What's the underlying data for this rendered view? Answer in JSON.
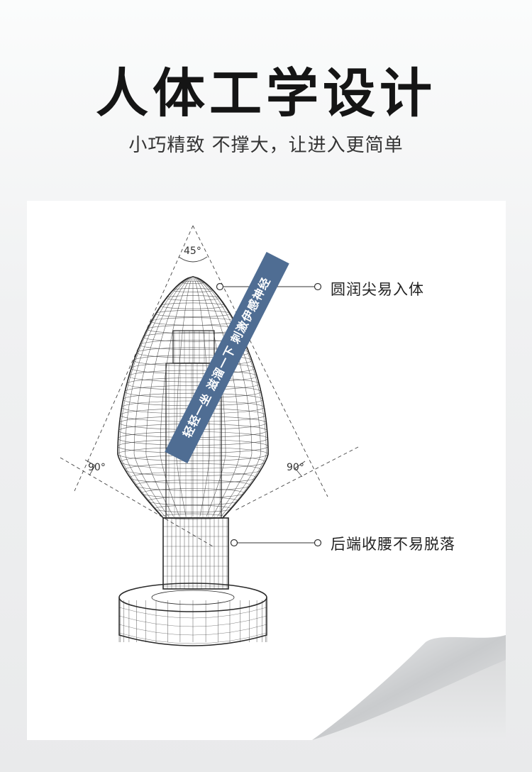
{
  "header": {
    "title": "人体工学设计",
    "subtitle": "小巧精致 不撑大，让进入更简单"
  },
  "diagram": {
    "banner_text": "轻轻一坐  滋溜一下  刺激伊感神经",
    "angle_top": "45°",
    "angle_left": "90°",
    "angle_right": "90°",
    "callout_top": "圆润尖易入体",
    "callout_bottom": "后端收腰不易脱落"
  },
  "colors": {
    "banner": "#4f6d93",
    "wire": "#2a2a2a",
    "panel": "#ffffff"
  }
}
